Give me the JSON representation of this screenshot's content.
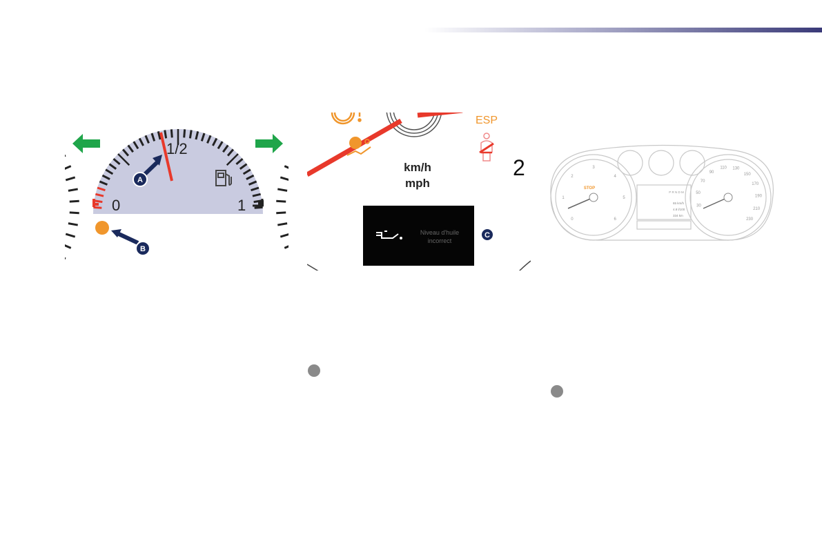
{
  "fuel_gauge": {
    "labels": {
      "empty": "0",
      "half": "1/2",
      "full": "1"
    },
    "fuel_level_needle": 0.45,
    "callouts": [
      "A",
      "B"
    ],
    "icons": [
      "turn-left-arrow-icon",
      "turn-right-arrow-icon",
      "fuel-pump-icon",
      "low-fuel-warning-light-icon"
    ],
    "colors": {
      "dial": "#c9cbe0",
      "needle": "#e8392b",
      "arrow": "#1fa54a",
      "warning": "#f0962c",
      "callout": "#1a2a5c"
    }
  },
  "speed_display": {
    "unit_km": "km/h",
    "unit_mph": "mph",
    "esp_label": "ESP",
    "partial_digit": "2",
    "message": {
      "line1": "Niveau d'huile",
      "line2": "incorrect"
    },
    "callout": "C",
    "icons": [
      "parking-brake-icon",
      "airbag-off-icon",
      "seatbelt-icon",
      "oil-can-icon"
    ]
  },
  "cluster": {
    "stop_label": "STOP",
    "gear_label": "P R N D M",
    "readouts": [
      "65 km/h",
      "4.8 l/100",
      "334 km"
    ],
    "tach_labels": [
      "0",
      "1",
      "2",
      "3",
      "4",
      "5",
      "6"
    ],
    "speed_labels": [
      "30",
      "50",
      "70",
      "90",
      "110",
      "130",
      "150",
      "170",
      "190",
      "210",
      "230"
    ]
  },
  "nav": [
    "next-page-icon",
    "next-page-icon"
  ]
}
